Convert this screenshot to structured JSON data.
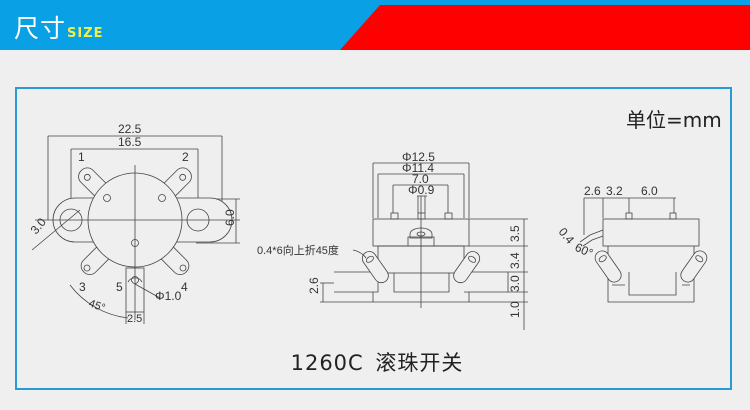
{
  "header": {
    "title": "尺寸",
    "title_sub": "SIZE",
    "colors": {
      "blue": "#09a0e6",
      "red": "#ff0000",
      "accent_text": "#f3ee48"
    }
  },
  "unit_label": "单位=mm",
  "caption": {
    "model": "1260C",
    "name": "滚珠开关"
  },
  "views": {
    "top_view": {
      "dims": {
        "overall_width": "22.5",
        "hole_spacing": "16.5",
        "height": "6.0",
        "radius": "3.0",
        "pin_hole": "Φ1.0",
        "pin_width": "2.5",
        "angle": "45°"
      },
      "pins": [
        "1",
        "2",
        "3",
        "4",
        "5"
      ]
    },
    "front_view": {
      "dims": {
        "outer_dia": "Φ12.5",
        "inner_dia": "Φ11.4",
        "pin_spacing": "7.0",
        "pin_dia": "Φ0.9",
        "h1": "3.5",
        "h2": "3.4",
        "h3": "3.0",
        "h4": "1.0",
        "flange": "2.6"
      },
      "note": "0.4*6向上折45度"
    },
    "side_view": {
      "dims": {
        "a": "2.6",
        "b": "3.2",
        "c": "6.0",
        "thickness": "0.4",
        "angle": "60°"
      }
    }
  }
}
